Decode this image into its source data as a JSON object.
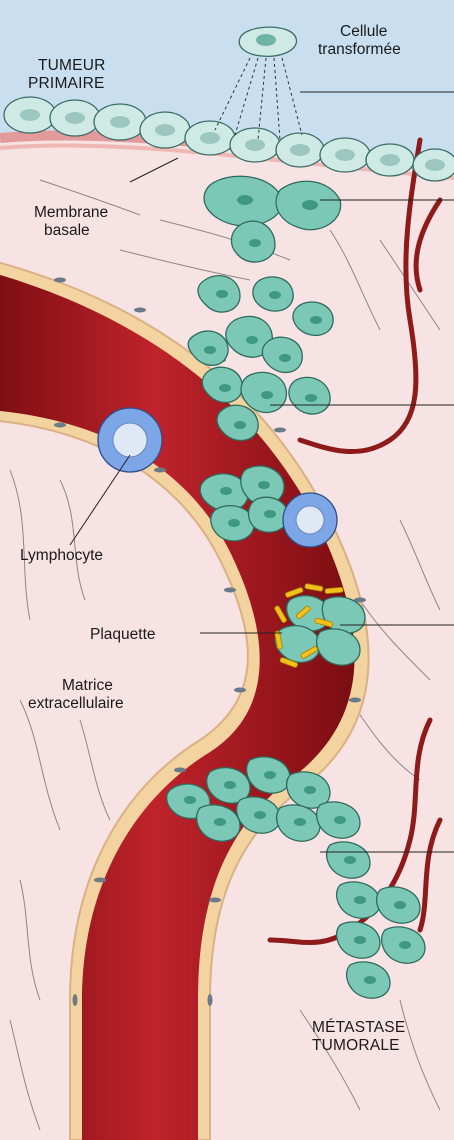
{
  "labels": {
    "tumeur_primaire_1": "TUMEUR",
    "tumeur_primaire_2": "PRIMAIRE",
    "cellule_1": "Cellule",
    "cellule_2": "transformée",
    "membrane_1": "Membrane",
    "membrane_2": "basale",
    "lymphocyte": "Lymphocyte",
    "plaquette": "Plaquette",
    "matrice_1": "Matrice",
    "matrice_2": "extracellulaire",
    "metastase_1": "MÉTASTASE",
    "metastase_2": "TUMORALE"
  },
  "colors": {
    "background_top": "#c9dff0",
    "tissue": "#f7e3e3",
    "basement_membrane": "#e39a9a",
    "vessel_blood": "#a3141c",
    "vessel_wall": "#f3d3a0",
    "tumor_cell": "#7cc8b6",
    "tumor_nucleus": "#3f9880",
    "primary_cell": "#cfeae4",
    "lymphocyte": "#7da6e6",
    "platelet": "#f2c01a",
    "capillary": "#8e1a1a"
  }
}
